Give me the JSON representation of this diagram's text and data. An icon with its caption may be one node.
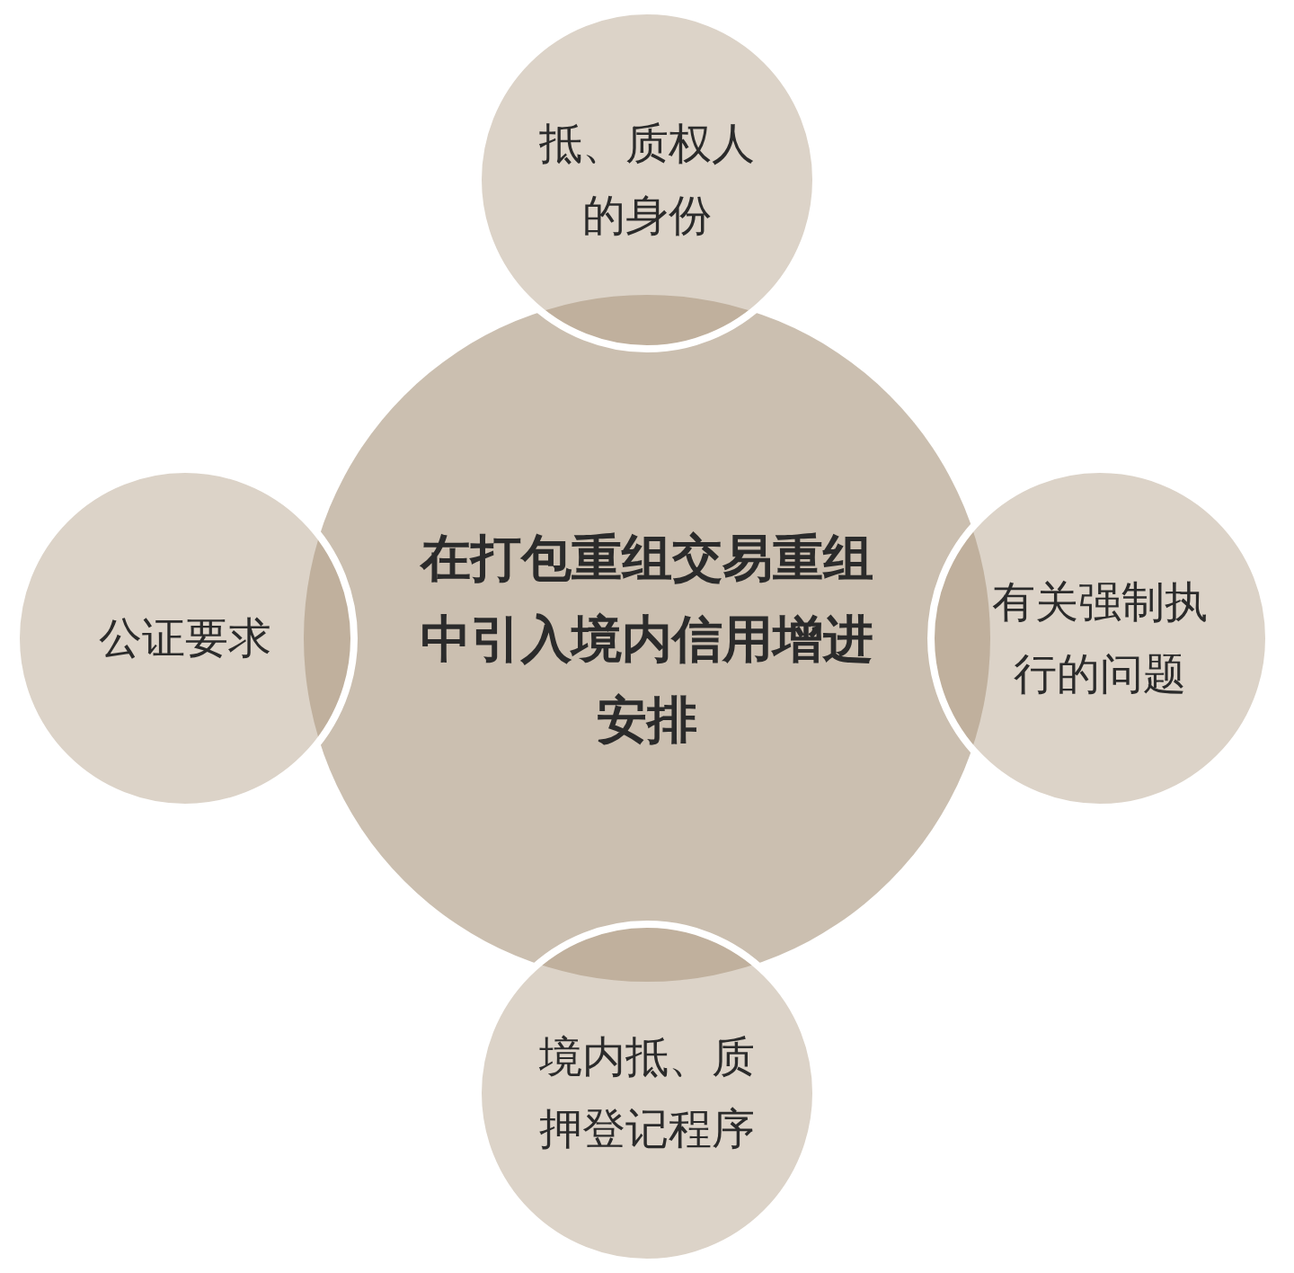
{
  "diagram": {
    "nodes": [
      {
        "text": [
          "抵、质权人的身份"
        ]
      },
      {
        "text": [
          "公证要求"
        ]
      },
      {
        "text": [
          "在打包重组交易重组中引入境内信用增进安排"
        ]
      },
      {
        "text": [
          "有关强制执行的问题"
        ]
      },
      {
        "text": [
          "境内抵、质押登记程序"
        ]
      }
    ]
  }
}
